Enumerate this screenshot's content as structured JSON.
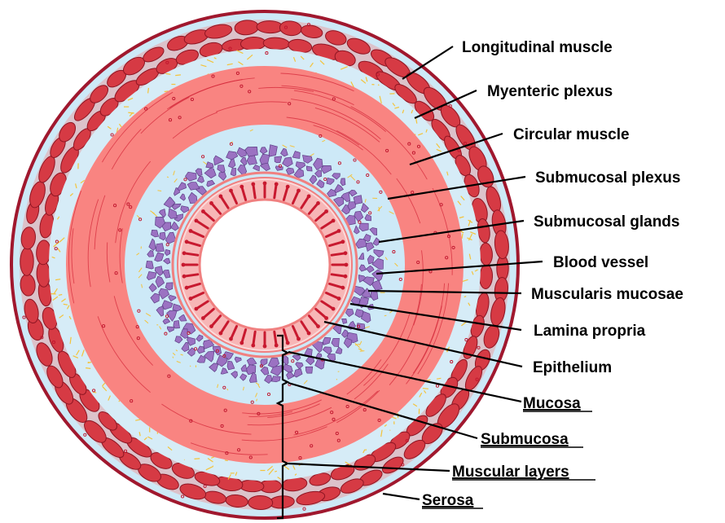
{
  "diagram": {
    "structure_labels": [
      {
        "id": "longitudinal-muscle",
        "text": "Longitudinal muscle"
      },
      {
        "id": "myenteric-plexus",
        "text": "Myenteric plexus"
      },
      {
        "id": "circular-muscle",
        "text": "Circular muscle"
      },
      {
        "id": "submucosal-plexus",
        "text": "Submucosal plexus"
      },
      {
        "id": "submucosal-glands",
        "text": "Submucosal glands"
      },
      {
        "id": "blood-vessel",
        "text": "Blood vessel"
      },
      {
        "id": "muscularis-mucosae",
        "text": "Muscularis mucosae"
      },
      {
        "id": "lamina-propria",
        "text": "Lamina propria"
      },
      {
        "id": "epithelium",
        "text": "Epithelium"
      }
    ],
    "layer_labels": [
      {
        "id": "mucosa",
        "text": "Mucosa"
      },
      {
        "id": "submucosa",
        "text": "Submucosa"
      },
      {
        "id": "muscular-layers",
        "text": "Muscular layers"
      },
      {
        "id": "serosa",
        "text": "Serosa"
      }
    ],
    "colors": {
      "serosa_rim": "#a0182e",
      "background_blue": "#cde9f7",
      "longitudinal_muscle": "#d63a44",
      "longitudinal_cell_outline": "#8e1523",
      "circular_muscle": "#f98481",
      "circular_fiber": "#d4283a",
      "plexus_nerve": "#f4c33a",
      "gland_purple": "#9b72c2",
      "gland_outline": "#5d3e86",
      "mucosa_ring": "#f08080",
      "villus": "#c8192f",
      "lumen": "#ffffff"
    }
  }
}
